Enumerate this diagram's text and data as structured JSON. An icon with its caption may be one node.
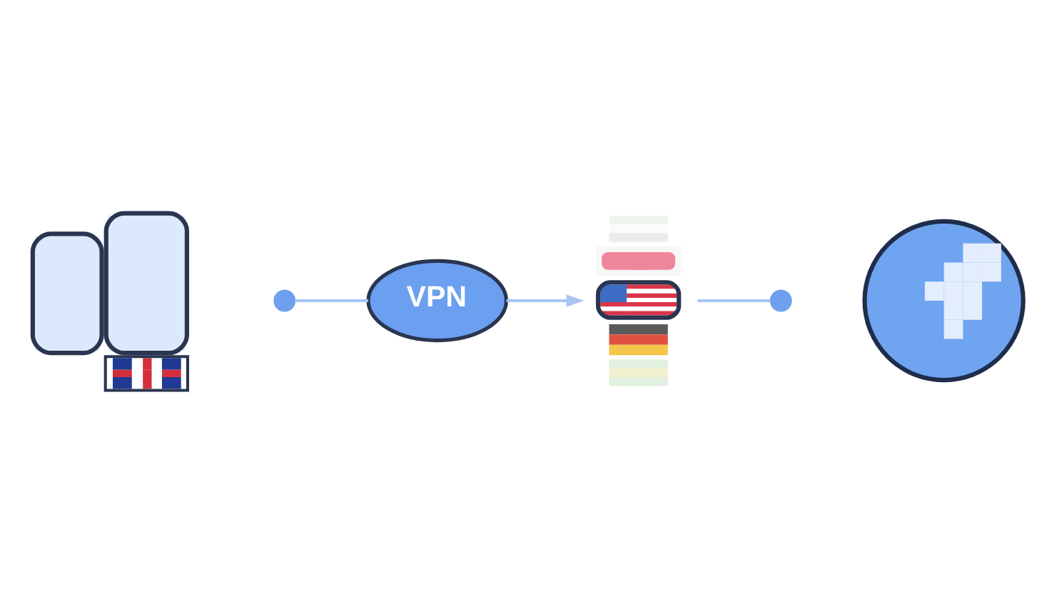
{
  "diagram": {
    "nodes": [
      {
        "text": [],
        "shape": "picture"
      },
      {
        "text": [],
        "shape": "circle"
      },
      {
        "text": [
          "VPN"
        ]
      },
      {
        "text": [],
        "shape": "picture"
      },
      {
        "text": [],
        "shape": "circle"
      },
      {
        "text": [],
        "shape": "picture"
      }
    ],
    "edges": [
      {
        "from": 1,
        "to": 2,
        "arrow": "none"
      },
      {
        "from": 2,
        "to": 3,
        "arrow": "to"
      },
      {
        "from": 3,
        "to": 4,
        "arrow": "none"
      }
    ]
  }
}
